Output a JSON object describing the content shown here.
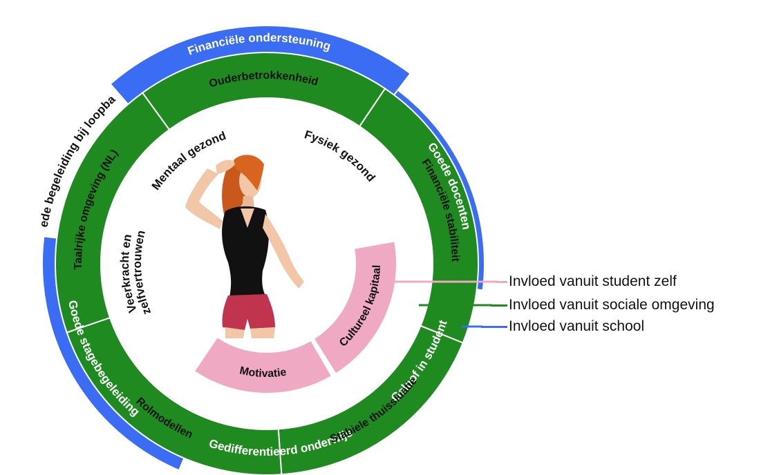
{
  "colors": {
    "outer_ring": "#3a6cf4",
    "middle_ring": "#1f8a1f",
    "inner_segment": "#f0a9c2",
    "divider": "#ffffff",
    "inner_text": "#111111",
    "ring_text": "#ffffff",
    "middle_text": "#111111"
  },
  "outer_ring": {
    "segments": [
      {
        "label": "Financiële ondersteuning",
        "color": "#3a6cf4"
      },
      {
        "label": "Goede docenten",
        "color": "#3a6cf4"
      },
      {
        "label": "Geloof in student",
        "color": "#3a6cf4"
      },
      {
        "label": "Gedifferentieerd onderwijs",
        "color": "#3a6cf4"
      },
      {
        "label": "Goede stagebegeleiding",
        "color": "#3a6cf4"
      },
      {
        "label": "Goede begeleiding bij loopbaan",
        "color": "#ffffff"
      }
    ]
  },
  "middle_ring": {
    "segments": [
      {
        "label": "Ouderbetrokkenheid"
      },
      {
        "label": "Financiële stabiliteit"
      },
      {
        "label": "Stabiele thuissiuatie"
      },
      {
        "label": "Rolmodellen"
      },
      {
        "label": "Taalrijke omgeving (NL)"
      }
    ]
  },
  "inner": {
    "labels": [
      {
        "label": "Mentaal gezond"
      },
      {
        "label": "Fysiek gezond"
      },
      {
        "label": "Veerkracht en"
      },
      {
        "label": "zelfvertrouwen"
      }
    ],
    "pink_segments": [
      {
        "label": "Motivatie"
      },
      {
        "label": "Cultureel kapitaal"
      }
    ]
  },
  "figure": {
    "icon": "student-figure-icon"
  },
  "legend": [
    {
      "label": "Invloed vanuit student zelf",
      "color": "#f0a9c2"
    },
    {
      "label": "Invloed vanuit sociale omgeving",
      "color": "#1f8a1f"
    },
    {
      "label": "Invloed vanuit school",
      "color": "#3a6cf4"
    }
  ]
}
